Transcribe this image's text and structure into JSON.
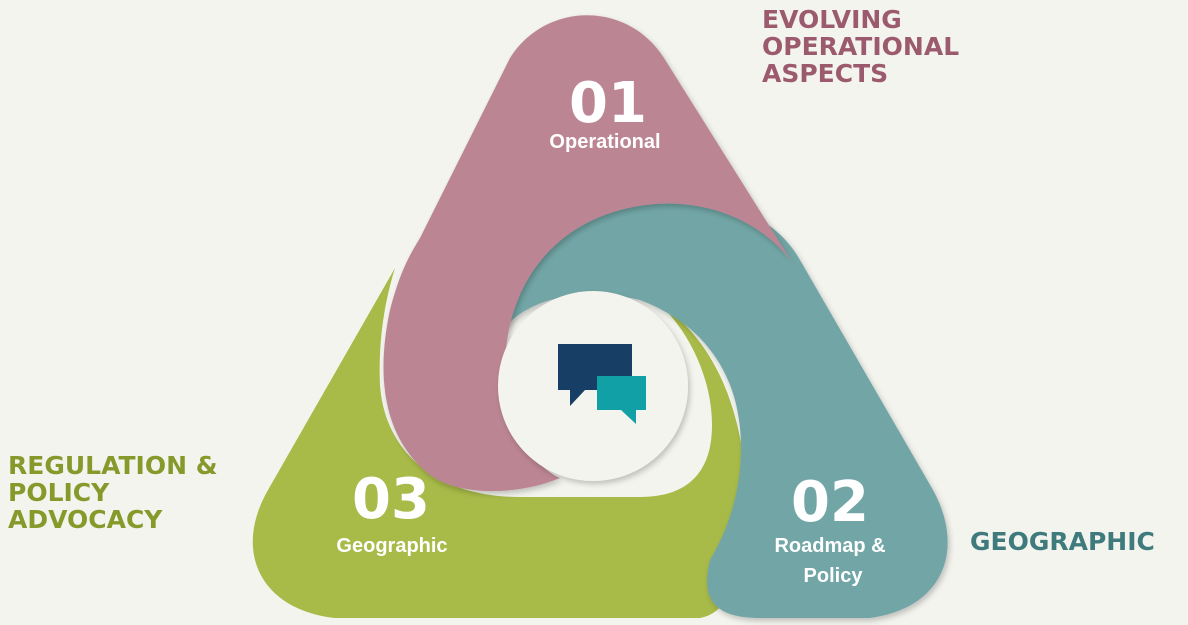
{
  "colors": {
    "background": "#f4f4ef",
    "operational": "#bc8594",
    "roadmap_policy": "#72a6a6",
    "geographic_segment": "#a8ba48",
    "label_operational": "#9c5a6e",
    "label_geographic": "#3f7b7c",
    "label_regulation": "#869a2c",
    "bubble_dark": "#173f66",
    "bubble_light": "#10a0a6"
  },
  "segments": [
    {
      "number": "01",
      "name": "Operational"
    },
    {
      "number": "02",
      "name_lines": [
        "Roadmap &",
        "Policy"
      ]
    },
    {
      "number": "03",
      "name": "Geographic"
    }
  ],
  "side_labels": {
    "operational": "EVOLVING\nOPERATIONAL\nASPECTS",
    "geographic": "GEOGRAPHIC",
    "regulation": "REGULATION &\nPOLICY\nADVOCACY"
  },
  "center_icon": "chat-bubbles-icon"
}
